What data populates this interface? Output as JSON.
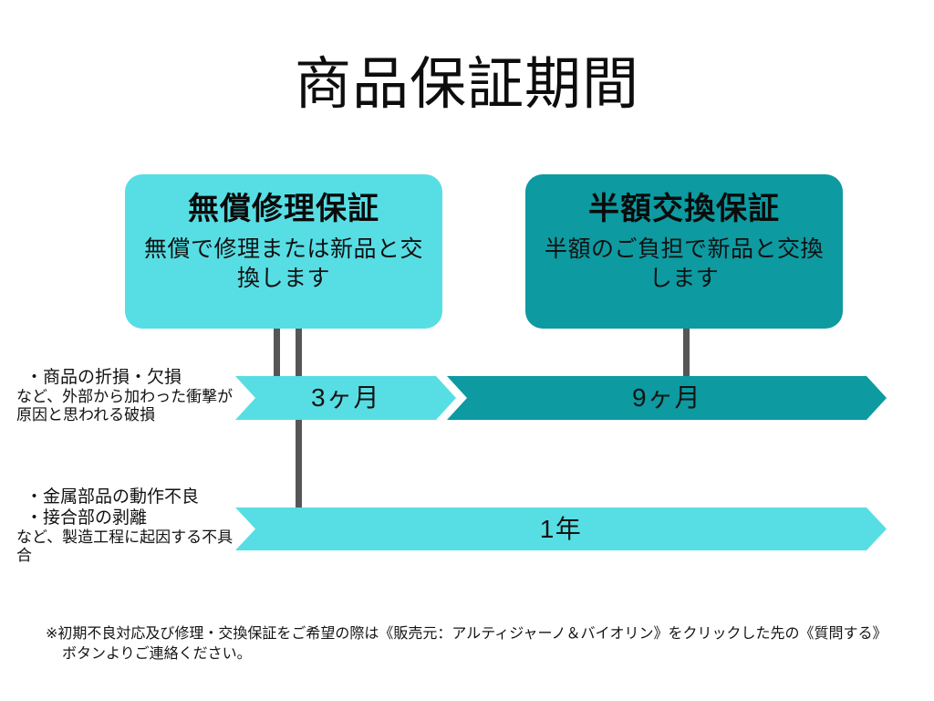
{
  "page": {
    "title": "商品保証期間",
    "background": "#ffffff"
  },
  "colors": {
    "light_cyan": "#57dee4",
    "dark_teal": "#0d9aa1",
    "connector_gray": "#565656",
    "text": "#111111"
  },
  "cards": [
    {
      "id": "free-repair",
      "heading": "無償修理保証",
      "description": "無償で修理または新品と交換します",
      "color": "#57dee4"
    },
    {
      "id": "half-price-exchange",
      "heading": "半額交換保証",
      "description": "半額のご負担で新品と交換します",
      "color": "#0d9aa1"
    }
  ],
  "rows": [
    {
      "id": "impact-damage",
      "label_lead": "・商品の折損・欠損",
      "label_sub": "など、外部から加わった衝撃が原因と思われる破損",
      "bars": [
        {
          "id": "bar-3-months",
          "label": "3ヶ月",
          "color": "#57dee4"
        },
        {
          "id": "bar-9-months",
          "label": "9ヶ月",
          "color": "#0d9aa1"
        }
      ]
    },
    {
      "id": "manufacturing-defect",
      "label_lead": "・金属部品の動作不良\n・接合部の剥離",
      "label_lead_line1": "・金属部品の動作不良",
      "label_lead_line2": "・接合部の剥離",
      "label_sub": "など、製造工程に起因する不具合",
      "bars": [
        {
          "id": "bar-1-year",
          "label": "1年",
          "color": "#57dee4"
        }
      ]
    }
  ],
  "footnote": {
    "line1": "※初期不良対応及び修理・交換保証をご希望の際は《販売元：アルティジャーノ＆バイオリン》をクリックした先の《質問する》",
    "line2": "ボタンよりご連絡ください。"
  }
}
